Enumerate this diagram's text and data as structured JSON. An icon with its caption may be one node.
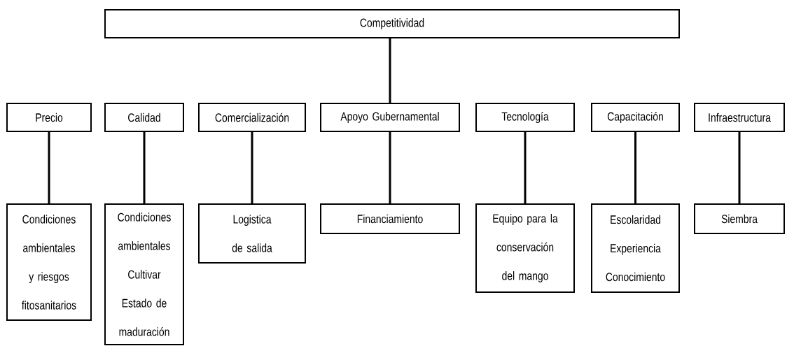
{
  "diagram": {
    "nodes": [
      {
        "text": [
          "Competitividad"
        ]
      },
      {
        "text": [
          "Precio"
        ]
      },
      {
        "text": [
          "Calidad"
        ]
      },
      {
        "text": [
          "Comercialización"
        ]
      },
      {
        "text": [
          "Apoyo Gubernamental"
        ]
      },
      {
        "text": [
          "Tecnología"
        ]
      },
      {
        "text": [
          "Capacitación"
        ]
      },
      {
        "text": [
          "Infraestructura"
        ]
      },
      {
        "text": [
          "Condiciones ambientales y riesgos fitosanitarios"
        ]
      },
      {
        "text": [
          "Condiciones ambientales",
          "Cultivar",
          "Estado de maduración"
        ]
      },
      {
        "text": [
          "Logistica de salida"
        ]
      },
      {
        "text": [
          "Financiamiento"
        ]
      },
      {
        "text": [
          "Equipo para la conservación del mango"
        ]
      },
      {
        "text": [
          "Escolaridad",
          "Experiencia",
          "Conocimiento"
        ]
      },
      {
        "text": [
          "Siembra"
        ]
      }
    ],
    "edges": [
      {
        "from": 0,
        "to": 4,
        "arrow": "none"
      },
      {
        "from": 1,
        "to": 8,
        "arrow": "none"
      },
      {
        "from": 2,
        "to": 9,
        "arrow": "none"
      },
      {
        "from": 3,
        "to": 10,
        "arrow": "none"
      },
      {
        "from": 4,
        "to": 11,
        "arrow": "none"
      },
      {
        "from": 5,
        "to": 12,
        "arrow": "none"
      },
      {
        "from": 6,
        "to": 13,
        "arrow": "none"
      },
      {
        "from": 7,
        "to": 14,
        "arrow": "none"
      }
    ]
  }
}
